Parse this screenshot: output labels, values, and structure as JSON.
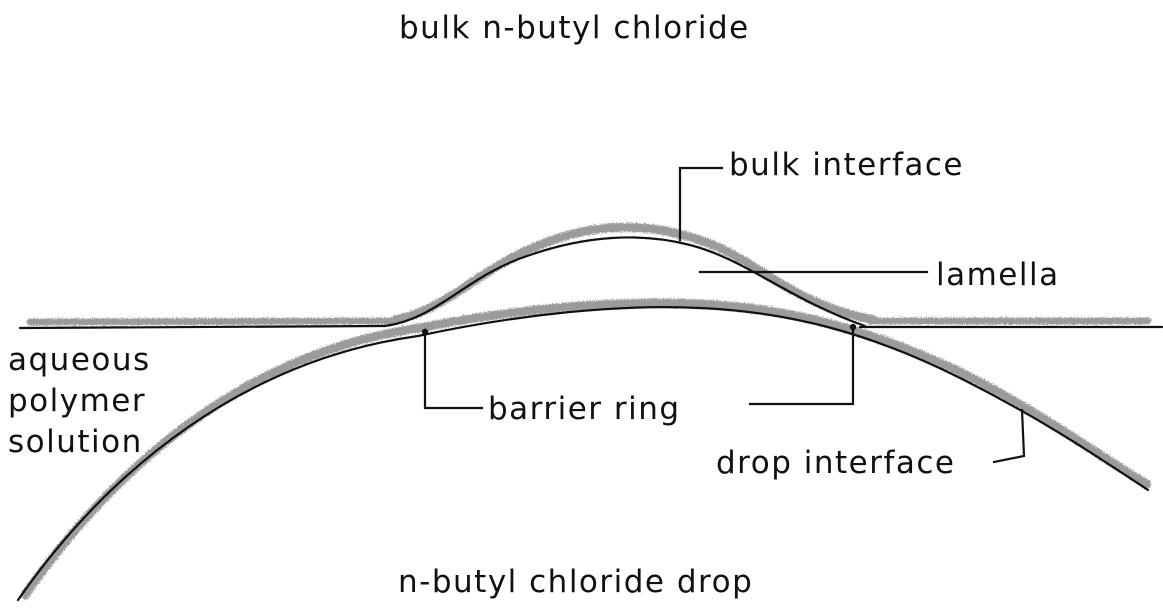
{
  "labels": {
    "bulk_phase": "bulk n-butyl chloride",
    "bulk_interface": "bulk interface",
    "lamella": "lamella",
    "aqueous_lines": [
      "aqueous",
      "polymer",
      "solution"
    ],
    "barrier_ring": "barrier ring",
    "drop_interface": "drop interface",
    "drop_phase": "n-butyl chloride drop"
  },
  "colors": {
    "ink": "#111111",
    "stipple": "#8a8a8a",
    "background": "#ffffff"
  }
}
